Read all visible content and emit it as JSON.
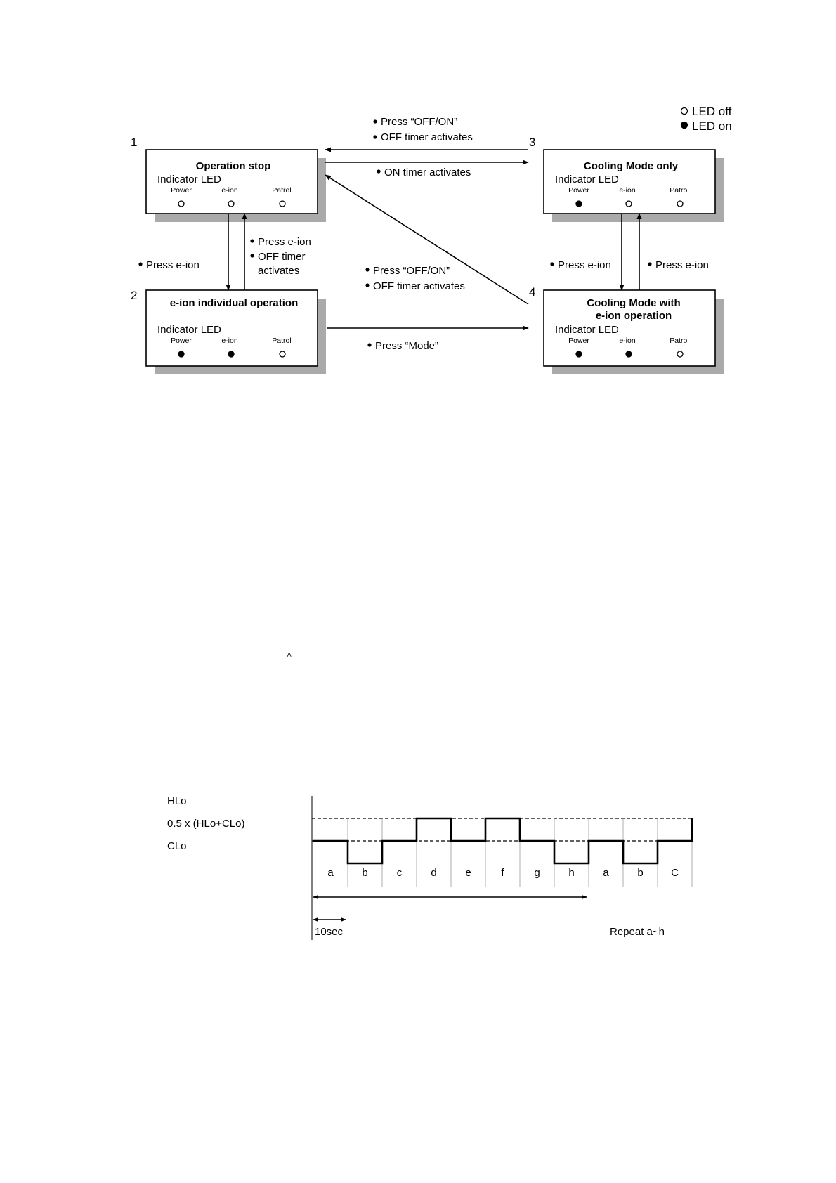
{
  "legend": {
    "off_label": "LED off",
    "on_label": "LED on"
  },
  "states": [
    {
      "number": "1",
      "title": "Operation stop",
      "title2": "",
      "indicator": "Indicator LED",
      "leds": [
        {
          "label": "Power",
          "state": "off"
        },
        {
          "label": "e-ion",
          "state": "off"
        },
        {
          "label": "Patrol",
          "state": "off"
        }
      ]
    },
    {
      "number": "2",
      "title": "e-ion individual operation",
      "title2": "",
      "indicator": "Indicator LED",
      "leds": [
        {
          "label": "Power",
          "state": "on"
        },
        {
          "label": "e-ion",
          "state": "on"
        },
        {
          "label": "Patrol",
          "state": "off"
        }
      ]
    },
    {
      "number": "3",
      "title": "Cooling Mode only",
      "title2": "",
      "indicator": "Indicator LED",
      "leds": [
        {
          "label": "Power",
          "state": "on"
        },
        {
          "label": "e-ion",
          "state": "off"
        },
        {
          "label": "Patrol",
          "state": "off"
        }
      ]
    },
    {
      "number": "4",
      "title": "Cooling Mode with",
      "title2": "e-ion operation",
      "indicator": "Indicator LED",
      "leds": [
        {
          "label": "Power",
          "state": "on"
        },
        {
          "label": "e-ion",
          "state": "on"
        },
        {
          "label": "Patrol",
          "state": "off"
        }
      ]
    }
  ],
  "transitions": {
    "t3to1": [
      "Press “OFF/ON”",
      "OFF timer activates"
    ],
    "t1to3": [
      "ON timer activates"
    ],
    "t1to2": [
      "Press e-ion"
    ],
    "t2to1": [
      "Press e-ion",
      "OFF timer",
      "activates"
    ],
    "t4to1": [
      "Press “OFF/ON”",
      "OFF timer activates"
    ],
    "t2to4": [
      "Press “Mode”"
    ],
    "t3to4": [
      "Press e-ion"
    ],
    "t4to3": [
      "Press e-ion"
    ]
  },
  "stray_mark": "≥",
  "timing": {
    "levels": {
      "high": "HLo",
      "mid": "0.5 x (HLo+CLo)",
      "low": "CLo"
    },
    "segments": [
      "a",
      "b",
      "c",
      "d",
      "e",
      "f",
      "g",
      "h",
      "a",
      "b",
      "C"
    ],
    "segment_levels": [
      "low",
      "below",
      "low",
      "high",
      "mid",
      "high",
      "low",
      "below",
      "low",
      "below",
      "low"
    ],
    "interval_label": "10sec",
    "repeat_label": "Repeat a~h"
  }
}
